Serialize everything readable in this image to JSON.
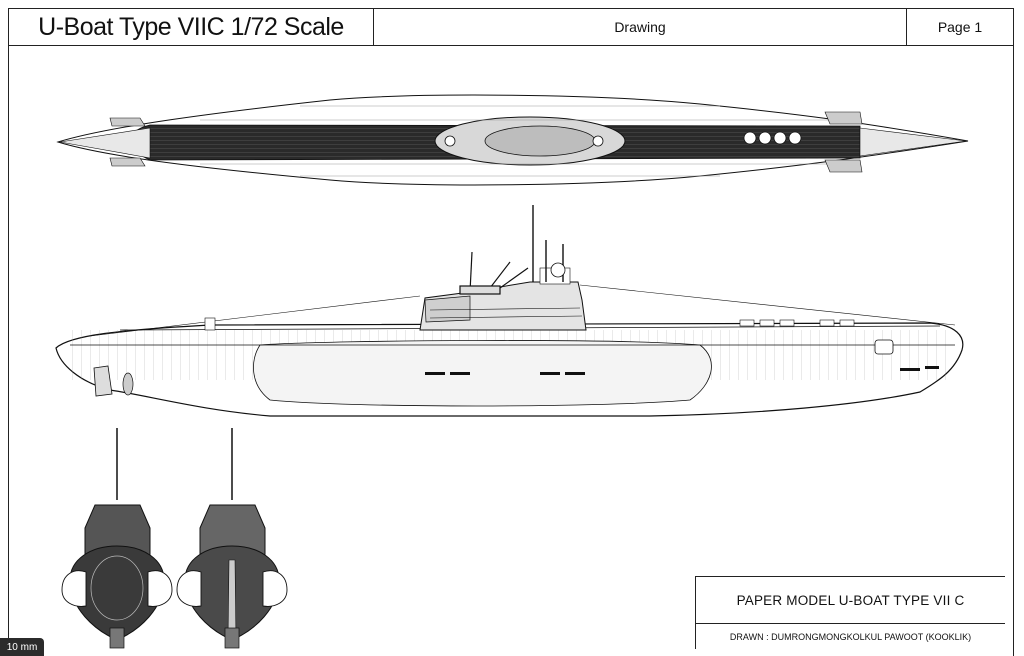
{
  "header": {
    "title": "U-Boat Type VIIC 1/72 Scale",
    "section": "Drawing",
    "page": "Page 1"
  },
  "title_block": {
    "model_name": "PAPER MODEL U-BOAT TYPE VII C",
    "drawn_by": "DRAWN : DUMRONGMONGKOLKUL PAWOOT (KOOKLIK)"
  },
  "overlay": {
    "scale_badge": "10 mm"
  },
  "views": [
    "top-view",
    "side-view",
    "front-view",
    "rear-view"
  ]
}
